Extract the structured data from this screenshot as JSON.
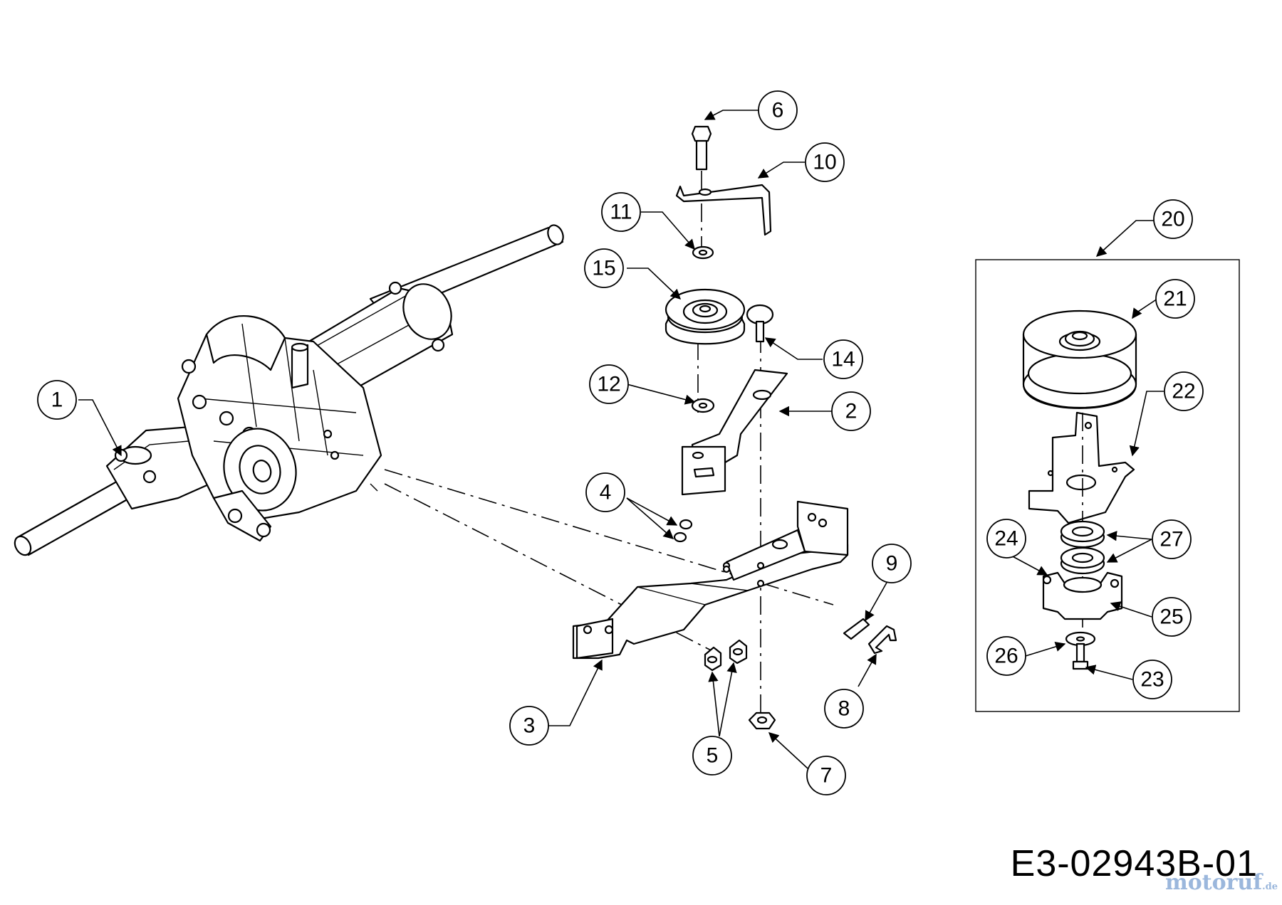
{
  "drawing_code": "E3-02943B-01",
  "watermark": "motoruf",
  "watermark_suffix": ".de",
  "callouts": [
    "1",
    "2",
    "3",
    "4",
    "5",
    "6",
    "7",
    "8",
    "9",
    "10",
    "11",
    "12",
    "14",
    "15",
    "20",
    "21",
    "22",
    "23",
    "24",
    "25",
    "26",
    "27"
  ]
}
